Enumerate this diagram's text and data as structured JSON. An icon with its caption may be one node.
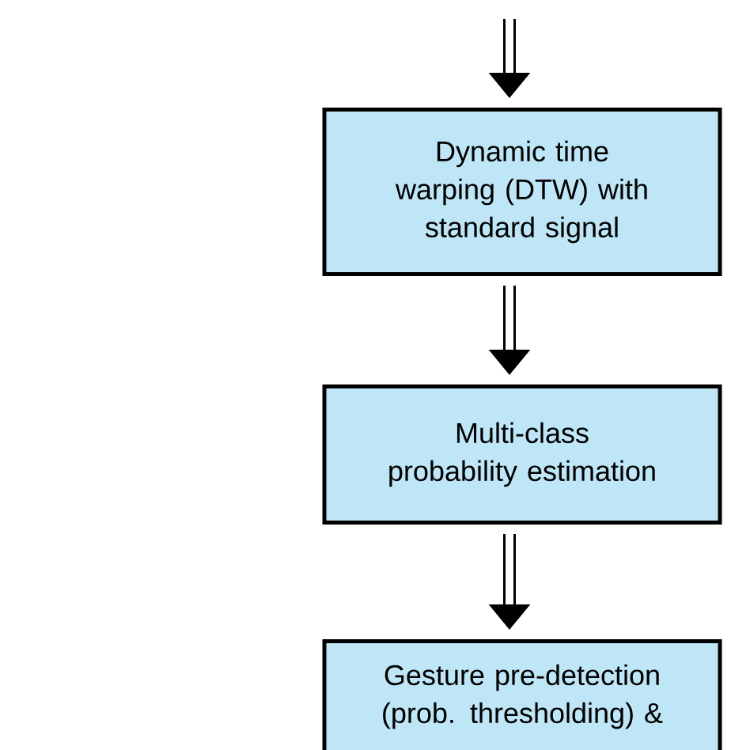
{
  "diagram": {
    "nodes": [
      {
        "text": [
          "Dynamic time warping (DTW) with standard signal"
        ]
      },
      {
        "text": [
          "Multi-class probability estimation"
        ]
      },
      {
        "text": [
          "Gesture pre-detection (prob. thresholding) &"
        ]
      }
    ],
    "edges": [
      {
        "from": null,
        "to": 0,
        "arrow": "to"
      },
      {
        "from": 0,
        "to": 1,
        "arrow": "to"
      },
      {
        "from": 1,
        "to": 2,
        "arrow": "to"
      }
    ]
  }
}
